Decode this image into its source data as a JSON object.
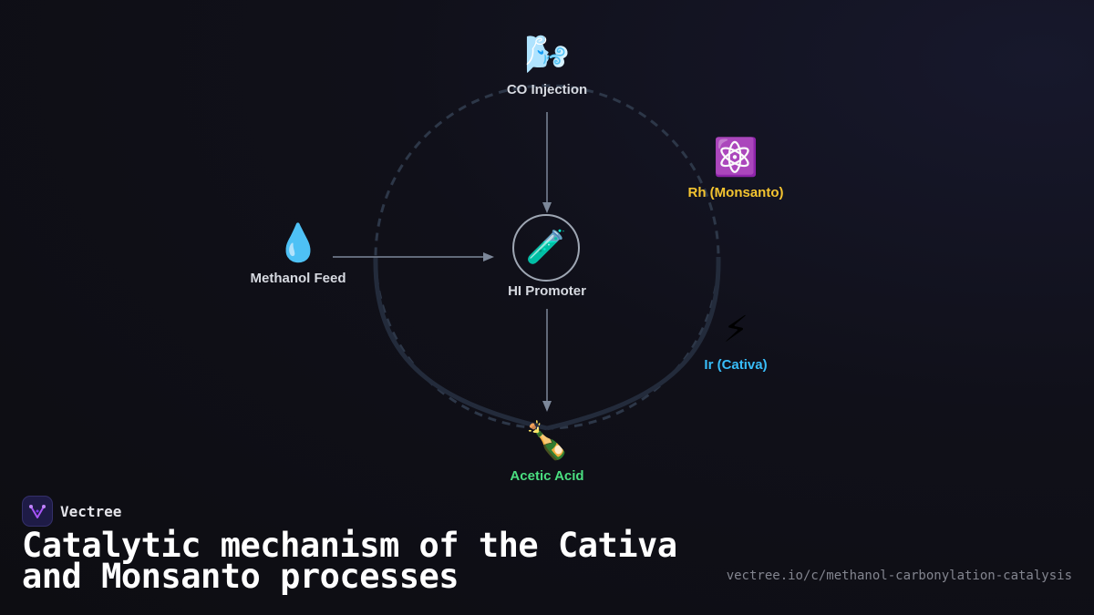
{
  "diagram": {
    "nodes": {
      "co_injection": {
        "icon": "dashing-wind-icon",
        "emoji": "🌬️",
        "label": "CO Injection"
      },
      "rh_monsanto": {
        "icon": "atom-icon",
        "emoji": "⚛️",
        "label": "Rh (Monsanto)"
      },
      "methanol_feed": {
        "icon": "droplet-icon",
        "emoji": "💧",
        "label": "Methanol Feed"
      },
      "hi_promoter": {
        "icon": "test-tube-icon",
        "emoji": "🧪",
        "label": "HI Promoter"
      },
      "ir_cativa": {
        "icon": "lightning-icon",
        "emoji": "⚡",
        "label": "Ir (Cativa)"
      },
      "acetic_acid": {
        "icon": "champagne-bottle-icon",
        "emoji": "🍾",
        "label": "Acetic Acid"
      }
    },
    "colors": {
      "rh_label": "#f4c430",
      "ir_label": "#38bdf8",
      "acetic_label": "#4ade80",
      "neutral_label": "#d6d9e0",
      "arrow": "#7c8799",
      "cycle": "#232b3b"
    }
  },
  "footer": {
    "brand_name": "Vectree",
    "title": "Catalytic mechanism of the Cativa and Monsanto processes",
    "url": "vectree.io/c/methanol-carbonylation-catalysis"
  }
}
